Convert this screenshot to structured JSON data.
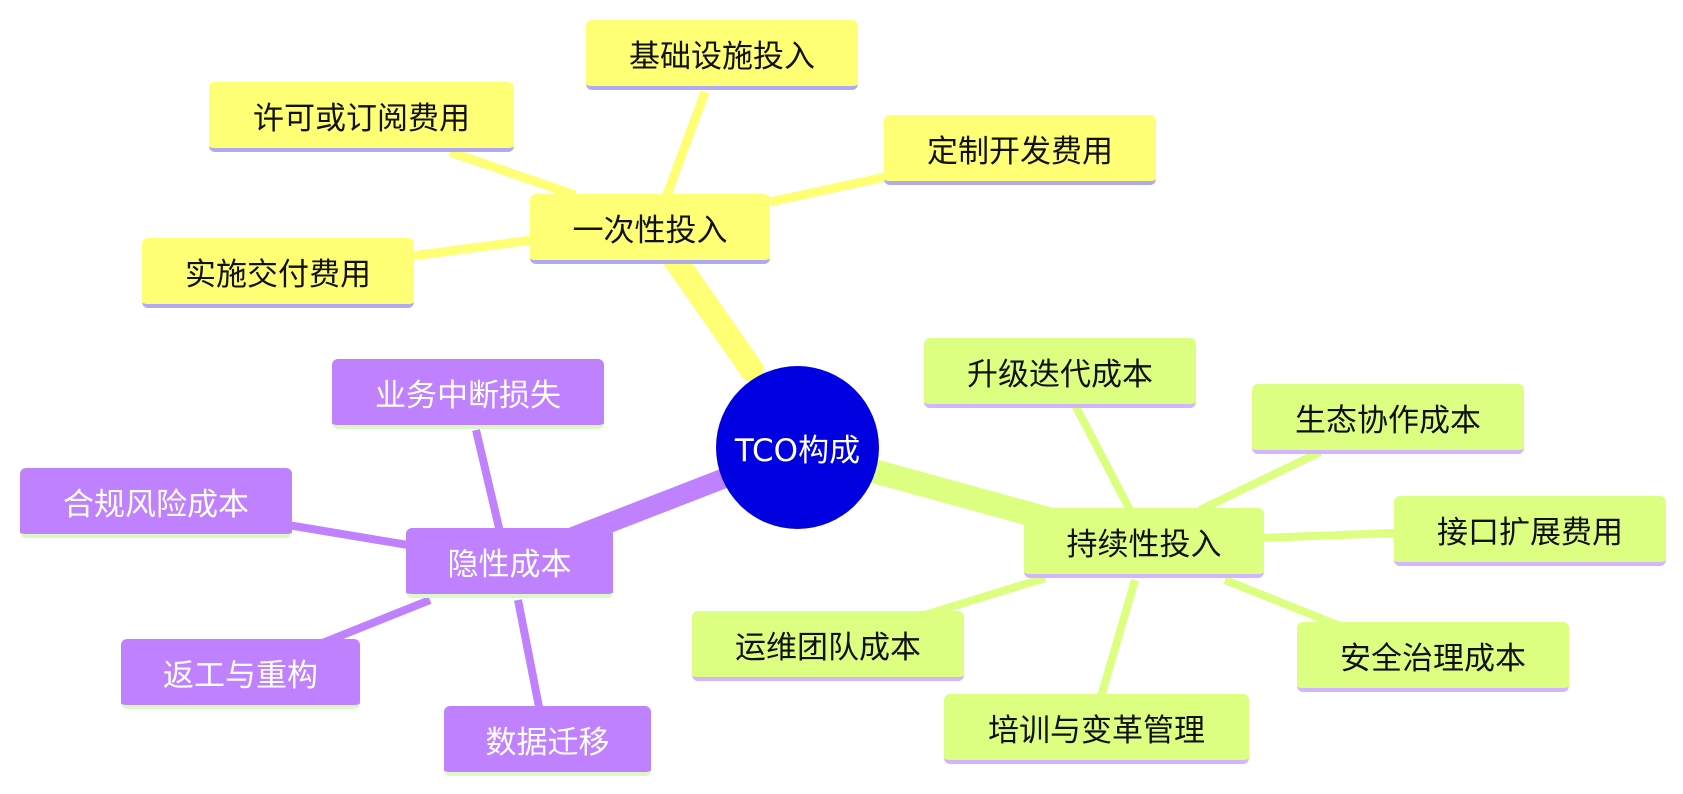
{
  "center": {
    "label": "TCO构成",
    "color": "#0000e0"
  },
  "colors": {
    "yellow": "#ffff75",
    "green": "#dcff82",
    "purple": "#c081ff"
  },
  "branches": [
    {
      "key": "one_time",
      "label": "一次性投入",
      "color": "#ffff75",
      "children": [
        "基础设施投入",
        "许可或订阅费用",
        "定制开发费用",
        "实施交付费用"
      ]
    },
    {
      "key": "ongoing",
      "label": "持续性投入",
      "color": "#dcff82",
      "children": [
        "升级迭代成本",
        "生态协作成本",
        "接口扩展费用",
        "安全治理成本",
        "培训与变革管理",
        "运维团队成本"
      ]
    },
    {
      "key": "hidden",
      "label": "隐性成本",
      "color": "#c081ff",
      "children": [
        "业务中断损失",
        "合规风险成本",
        "返工与重构",
        "数据迁移"
      ]
    }
  ]
}
